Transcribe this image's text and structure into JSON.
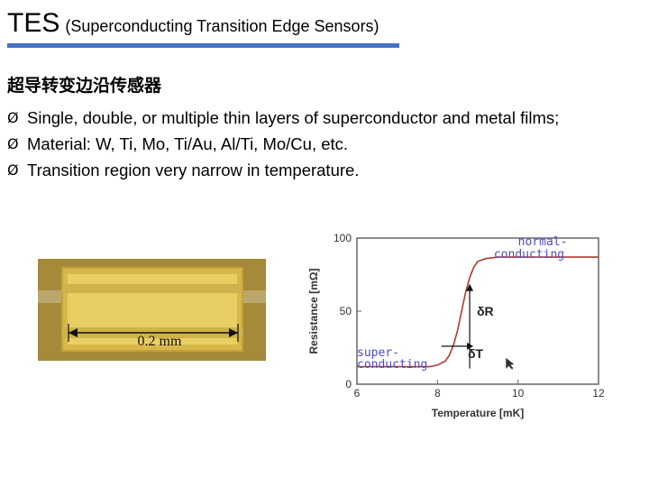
{
  "header": {
    "title": "TES",
    "title_paren": "(Superconducting Transition Edge Sensors)",
    "rule_color": "#4472c4"
  },
  "subtitle": "超导转变边沿传感器",
  "bullets": [
    {
      "marker": "Ø",
      "text": "Single, double, or multiple thin layers of superconductor and metal films;"
    },
    {
      "marker": "Ø",
      "text": "Material: W, Ti, Mo, Ti/Au, Al/Ti, Mo/Cu, etc."
    },
    {
      "marker": "Ø",
      "text": "Transition region very narrow in temperature."
    }
  ],
  "photo": {
    "scale_label": "0.2 mm"
  },
  "chart_data": {
    "type": "line",
    "xlabel": "Temperature [mK]",
    "ylabel": "Resistance [mΩ]",
    "xlim": [
      6,
      12
    ],
    "ylim": [
      0,
      100
    ],
    "x_ticks": [
      "6",
      "8",
      "10",
      "12"
    ],
    "y_ticks": [
      "0",
      "50",
      "100"
    ],
    "grid": false,
    "series": [
      {
        "color": "#b03a2e",
        "x": [
          6.0,
          7.0,
          7.8,
          8.0,
          8.2,
          8.3,
          8.4,
          8.5,
          8.6,
          8.7,
          8.8,
          8.9,
          9.0,
          9.2,
          9.5,
          10.0,
          11.0,
          12.0
        ],
        "y": [
          12,
          12,
          12,
          13,
          16,
          20,
          27,
          37,
          50,
          63,
          73,
          80,
          84,
          86,
          87,
          87,
          87,
          87
        ]
      }
    ],
    "annotations": {
      "normal": "normal-\nconducting",
      "super": "super-\nconducting",
      "dR": "δR",
      "dT": "δT"
    }
  }
}
